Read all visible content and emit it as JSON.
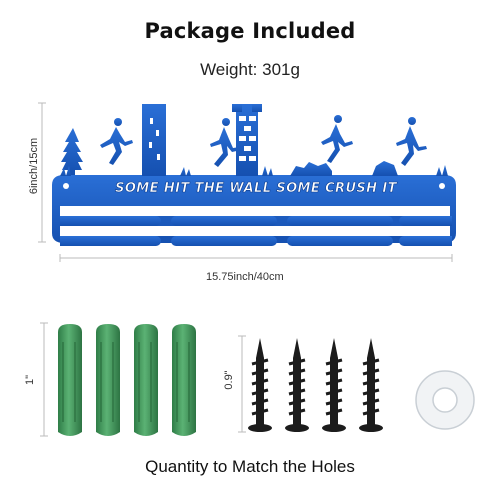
{
  "header": {
    "title": "Package Included",
    "weight": "Weight: 301g"
  },
  "product": {
    "slogan": "SOME HIT THE WALL SOME CRUSH IT",
    "height_label": "6inch/15cm",
    "width_label": "15.75inch/40cm",
    "color": "#1f5fc2"
  },
  "accessories": {
    "anchor_height_label": "1\"",
    "screw_height_label": "0.9\"",
    "anchor_color": "#3f9a5a",
    "anchor_count": 4,
    "screw_count": 4
  },
  "footer": {
    "caption": "Quantity to Match the Holes"
  }
}
